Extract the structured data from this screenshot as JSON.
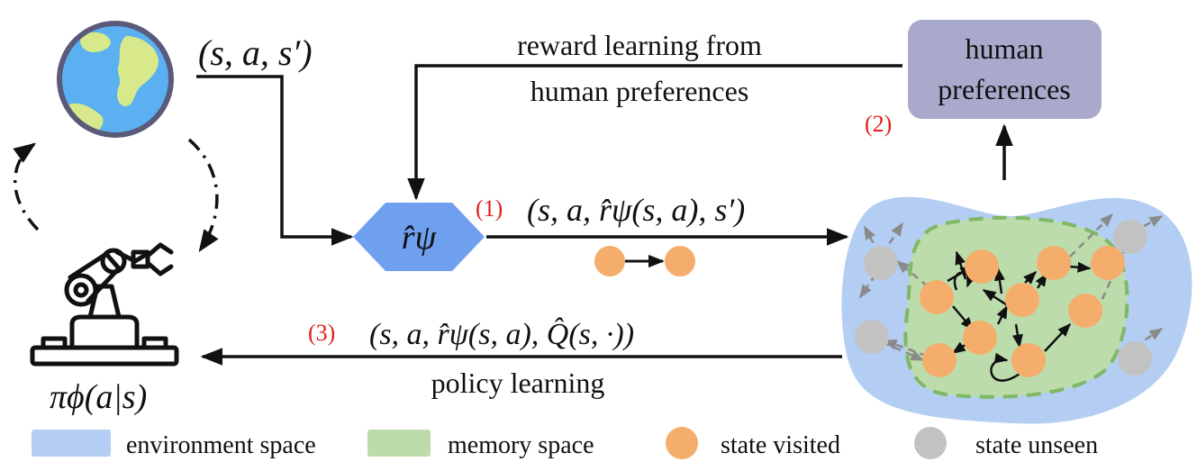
{
  "colors": {
    "environment": "#b3cef2",
    "memory": "#bcdcab",
    "memory_border": "#7fb866",
    "visited": "#f5ad6c",
    "unseen": "#c2c2c2",
    "hexagon": "#6fa0f0",
    "human_box": "#a9a9cc",
    "red_label": "#e0201c"
  },
  "labels": {
    "world_tuple": "(s, a, s′)",
    "reward_learning_line1": "reward learning from",
    "reward_learning_line2": "human preferences",
    "human_pref_line1": "human",
    "human_pref_line2": "preferences",
    "step1": "(1)",
    "step2": "(2)",
    "step3": "(3)",
    "reward_model": "r̂ψ",
    "tuple1": "(s, a, r̂ψ(s, a), s′)",
    "tuple3": "(s, a, r̂ψ(s, a), Q̂(s, ·))",
    "policy_learning": "policy learning",
    "policy": "πϕ(a|s)"
  },
  "legend": [
    {
      "key": "environment",
      "label": "environment space"
    },
    {
      "key": "memory",
      "label": "memory space"
    },
    {
      "key": "visited",
      "label": "state visited"
    },
    {
      "key": "unseen",
      "label": "state unseen"
    }
  ]
}
